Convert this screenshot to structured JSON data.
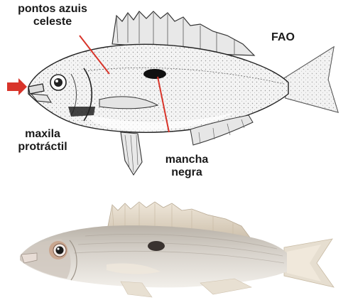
{
  "labels": {
    "blue_spots": [
      "pontos azuis",
      "celeste"
    ],
    "source": "FAO",
    "jaw": [
      "maxila",
      "protráctil"
    ],
    "black_spot": [
      "mancha",
      "negra"
    ]
  },
  "colors": {
    "arrow": "#d8342a",
    "pointer_line": "#d8342a",
    "black_spot": "#111111",
    "photo_body": "#d6d2cc",
    "photo_fin": "#e4dccf"
  }
}
